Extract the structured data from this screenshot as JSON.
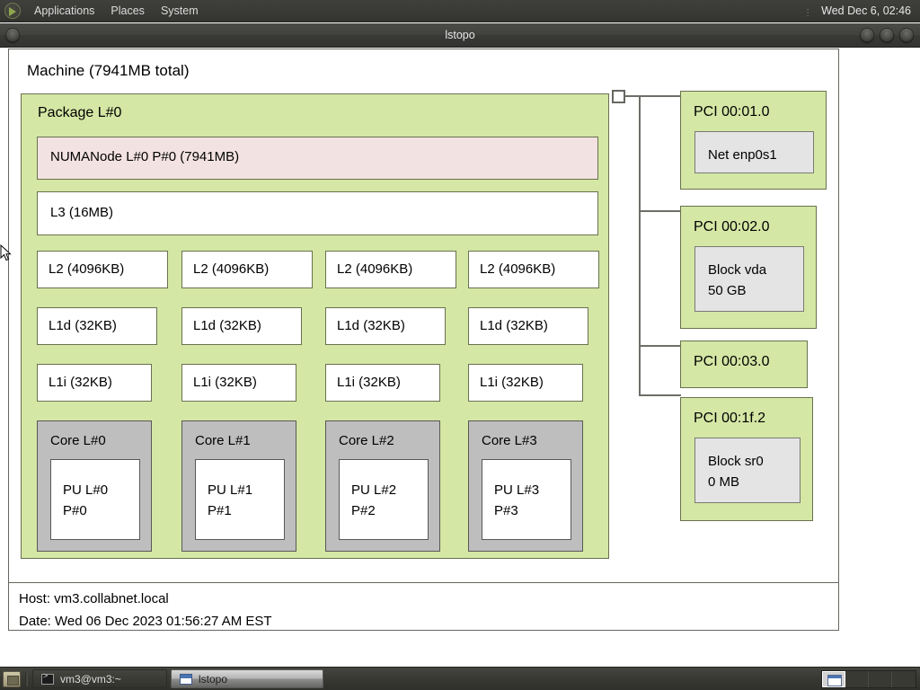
{
  "desktop": {
    "panel": {
      "logo_icon": "gnome-foot-icon",
      "menus": [
        "Applications",
        "Places",
        "System"
      ],
      "clock": "Wed Dec  6, 02:46"
    },
    "taskbar": {
      "show_desktop_icon": "show-desktop-icon",
      "tasks": [
        {
          "label": "vm3@vm3:~",
          "icon": "terminal-icon",
          "active": false
        },
        {
          "label": "lstopo",
          "icon": "window-icon",
          "active": true
        }
      ],
      "workspaces": [
        {
          "name": "workspace-1",
          "active": true
        },
        {
          "name": "workspace-2",
          "active": false
        },
        {
          "name": "workspace-3",
          "active": false
        },
        {
          "name": "workspace-4",
          "active": false
        }
      ]
    }
  },
  "window": {
    "title": "lstopo",
    "buttons": [
      "menu-button",
      "minimize-button",
      "maximize-button",
      "close-button"
    ]
  },
  "topology": {
    "machine": {
      "label": "Machine (7941MB total)"
    },
    "package": {
      "label": "Package L#0"
    },
    "numanode": {
      "label": "NUMANode L#0 P#0 (7941MB)"
    },
    "l3": {
      "label": "L3 (16MB)"
    },
    "l2": [
      {
        "label": "L2 (4096KB)"
      },
      {
        "label": "L2 (4096KB)"
      },
      {
        "label": "L2 (4096KB)"
      },
      {
        "label": "L2 (4096KB)"
      }
    ],
    "l1d": [
      {
        "label": "L1d (32KB)"
      },
      {
        "label": "L1d (32KB)"
      },
      {
        "label": "L1d (32KB)"
      },
      {
        "label": "L1d (32KB)"
      }
    ],
    "l1i": [
      {
        "label": "L1i (32KB)"
      },
      {
        "label": "L1i (32KB)"
      },
      {
        "label": "L1i (32KB)"
      },
      {
        "label": "L1i (32KB)"
      }
    ],
    "cores": [
      {
        "label": "Core L#0",
        "pu": "PU L#0\nP#0"
      },
      {
        "label": "Core L#1",
        "pu": "PU L#1\nP#1"
      },
      {
        "label": "Core L#2",
        "pu": "PU L#2\nP#2"
      },
      {
        "label": "Core L#3",
        "pu": "PU L#3\nP#3"
      }
    ],
    "pci": [
      {
        "label": "PCI 00:01.0",
        "child": "Net enp0s1"
      },
      {
        "label": "PCI 00:02.0",
        "child": "Block vda\n50 GB"
      },
      {
        "label": "PCI 00:03.0",
        "child": null
      },
      {
        "label": "PCI 00:1f.2",
        "child": "Block sr0\n0 MB"
      }
    ],
    "footer": {
      "host": "Host: vm3.collabnet.local",
      "date": "Date: Wed 06 Dec 2023 01:56:27 AM EST"
    }
  },
  "colors": {
    "package_green": "#d4e7a5",
    "numa_pink": "#f3e2e2",
    "core_gray": "#bebebe",
    "pci_child_gray": "#e4e4e4",
    "outline": "#69714e"
  }
}
